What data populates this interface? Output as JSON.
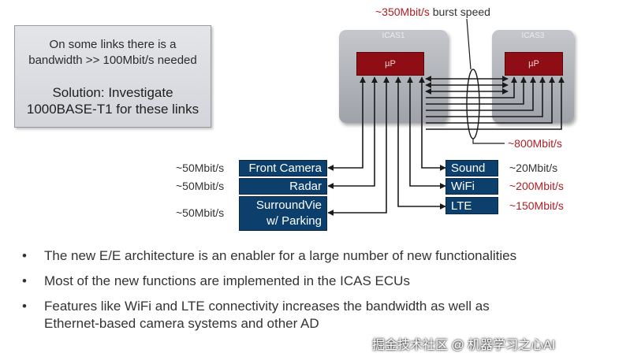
{
  "callout": {
    "problem_line1": "On some links there is a",
    "problem_line2": "bandwidth >> 100Mbit/s needed",
    "solution_line1": "Solution: Investigate",
    "solution_line2": "1000BASE-T1 for these links"
  },
  "ecus": [
    {
      "name": "ICAS1",
      "processor": "µP"
    },
    {
      "name": "ICAS3",
      "processor": "µP"
    }
  ],
  "burst": {
    "value": "~350Mbit/s",
    "text": "burst speed"
  },
  "trunk_speed": "~800Mbit/s",
  "left_nodes": [
    {
      "label": "Front Camera",
      "speed": "~50Mbit/s"
    },
    {
      "label": "Radar",
      "speed": "~50Mbit/s"
    },
    {
      "label_line1": "SurroundVie",
      "label_line2": "w/ Parking",
      "speed": "~50Mbit/s"
    }
  ],
  "right_nodes": [
    {
      "label": "Sound",
      "speed": "~20Mbit/s"
    },
    {
      "label": "WiFi",
      "speed": "~200Mbit/s"
    },
    {
      "label": "LTE",
      "speed": "~150Mbit/s"
    }
  ],
  "bullets": [
    "The new E/E architecture is an enabler for a large number of new functionalities",
    "Most of the new functions are implemented in the ICAS ECUs",
    "Features like WiFi and LTE connectivity increases the bandwidth as well as",
    "Ethernet-based camera systems and other AD"
  ],
  "watermark": "掘金技术社区 @ 机器学习之心AI",
  "colors": {
    "node": "#0c3f6c",
    "processor": "#8f0d14",
    "highlight": "#b01e23"
  }
}
